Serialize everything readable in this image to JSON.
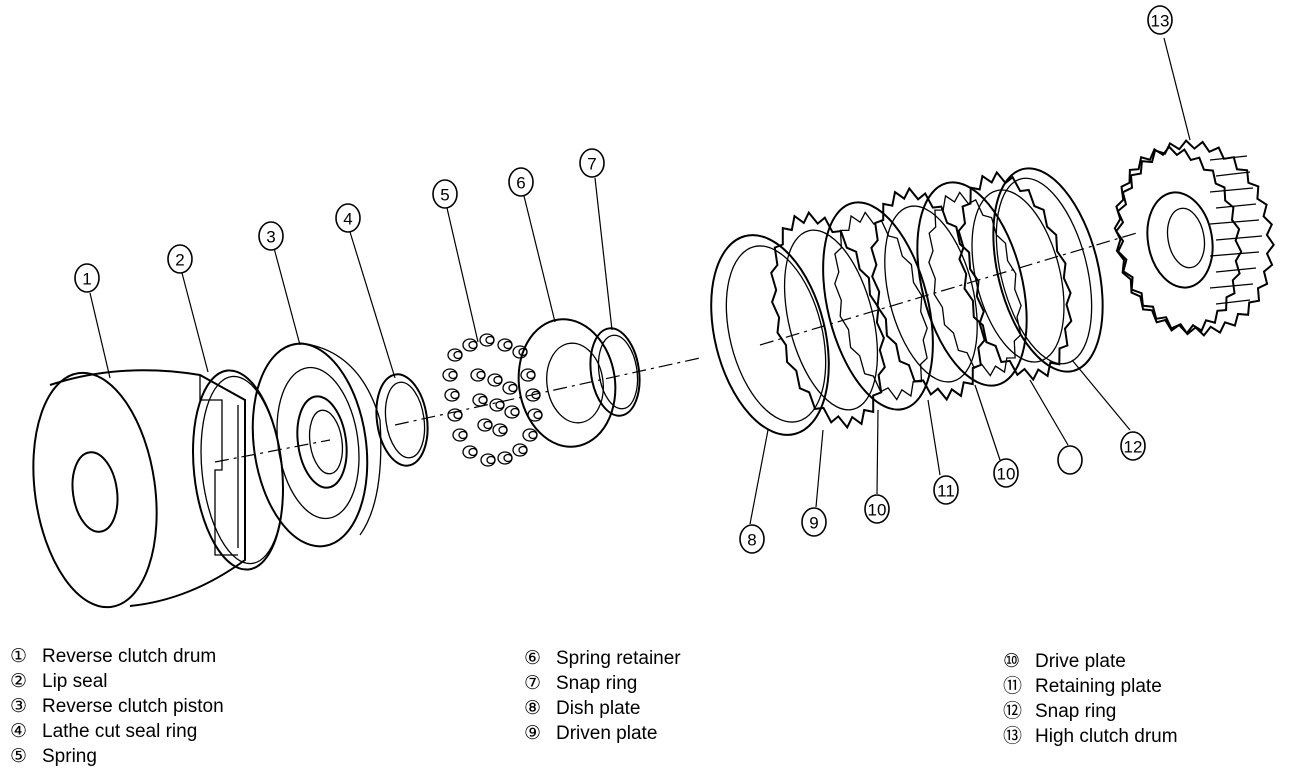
{
  "callouts": [
    {
      "num": "1"
    },
    {
      "num": "2"
    },
    {
      "num": "3"
    },
    {
      "num": "4"
    },
    {
      "num": "5"
    },
    {
      "num": "6"
    },
    {
      "num": "7"
    },
    {
      "num": "8"
    },
    {
      "num": "9"
    },
    {
      "num": "10"
    },
    {
      "num": "11"
    },
    {
      "num": "12"
    },
    {
      "num": "13"
    },
    {
      "num": "10"
    }
  ],
  "legend": {
    "col1": [
      {
        "mark": "①",
        "label": "Reverse clutch drum"
      },
      {
        "mark": "②",
        "label": "Lip seal"
      },
      {
        "mark": "③",
        "label": "Reverse clutch piston"
      },
      {
        "mark": "④",
        "label": "Lathe cut seal ring"
      },
      {
        "mark": "⑤",
        "label": "Spring"
      }
    ],
    "col2": [
      {
        "mark": "⑥",
        "label": "Spring retainer"
      },
      {
        "mark": "⑦",
        "label": "Snap ring"
      },
      {
        "mark": "⑧",
        "label": "Dish plate"
      },
      {
        "mark": "⑨",
        "label": "Driven plate"
      }
    ],
    "col3": [
      {
        "mark": "⑩",
        "label": "Drive plate"
      },
      {
        "mark": "⑪",
        "label": "Retaining plate"
      },
      {
        "mark": "⑫",
        "label": "Snap ring"
      },
      {
        "mark": "⑬",
        "label": "High clutch drum"
      }
    ]
  }
}
